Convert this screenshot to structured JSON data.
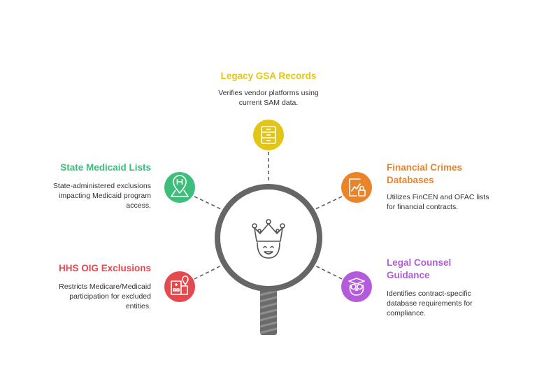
{
  "center": {
    "icon": "king-icon"
  },
  "nodes": {
    "gsa": {
      "title": "Legacy GSA Records",
      "desc_lines": [
        "Verifies vendor platforms using",
        "current SAM data."
      ],
      "color": "#E3C515",
      "icon": "file-cabinet-icon"
    },
    "medicaid": {
      "title": "State Medicaid Lists",
      "desc_lines": [
        "State-administered exclusions",
        "impacting Medicaid program",
        "access."
      ],
      "color": "#3DBE7A",
      "icon": "hospital-map-pin-icon"
    },
    "financial": {
      "title_lines": [
        "Financial Crimes",
        "Databases"
      ],
      "desc_lines": [
        "Utilizes FinCEN and OFAC lists",
        "for financial contracts."
      ],
      "color": "#E9842A",
      "icon": "locked-chart-icon"
    },
    "hhs": {
      "title": "HHS OIG Exclusions",
      "desc_lines": [
        "Restricts Medicare/Medicaid",
        "participation for excluded",
        "entities."
      ],
      "color": "#E5484D",
      "icon": "hospital-location-icon"
    },
    "legal": {
      "title_lines": [
        "Legal Counsel",
        "Guidance"
      ],
      "desc_lines": [
        "Identifies contract-specific",
        "database requirements for",
        "compliance."
      ],
      "color": "#B45BDB",
      "icon": "owl-icon"
    }
  }
}
